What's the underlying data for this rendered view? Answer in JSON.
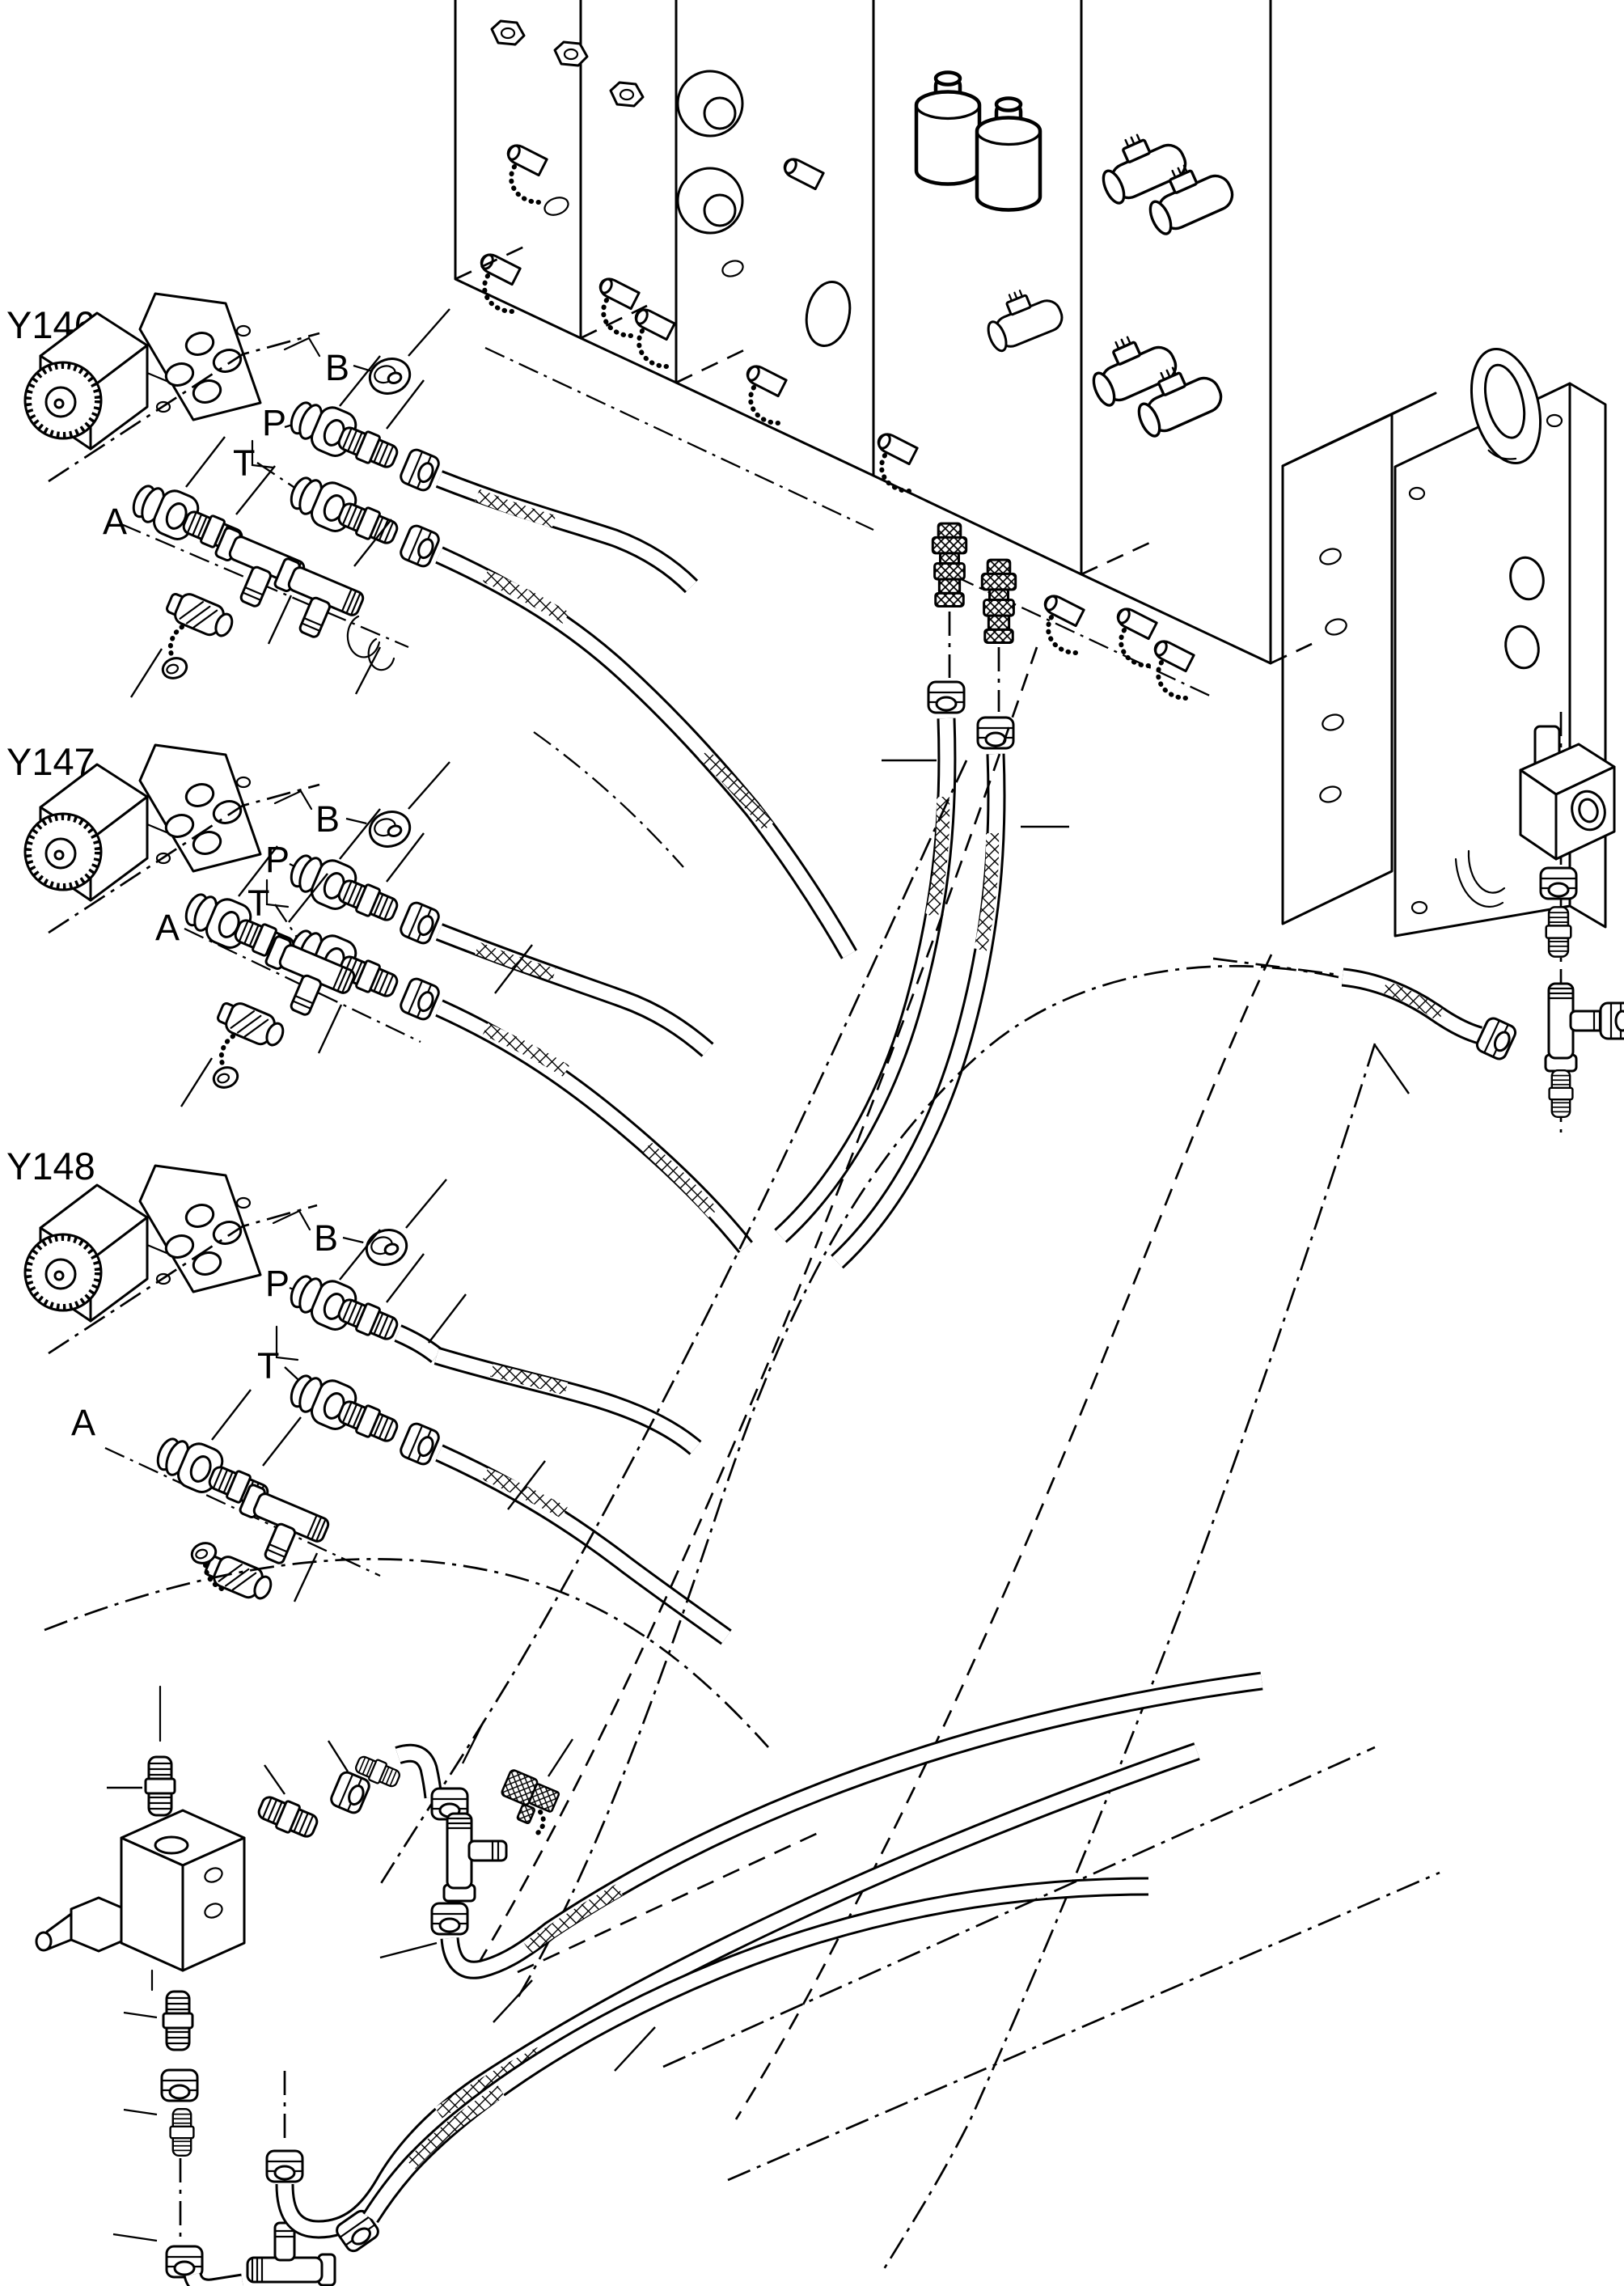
{
  "diagram": {
    "background_color": "#ffffff",
    "line_color": "#000000",
    "pilot_valves": [
      {
        "label": "Y146",
        "ports": {
          "b": "B",
          "p": "P",
          "t": "T",
          "a": "A"
        }
      },
      {
        "label": "Y147",
        "ports": {
          "b": "B",
          "p": "P",
          "t": "T",
          "a": "A"
        }
      },
      {
        "label": "Y148",
        "ports": {
          "b": "B",
          "p": "P",
          "t": "T",
          "a": "A"
        }
      }
    ]
  }
}
